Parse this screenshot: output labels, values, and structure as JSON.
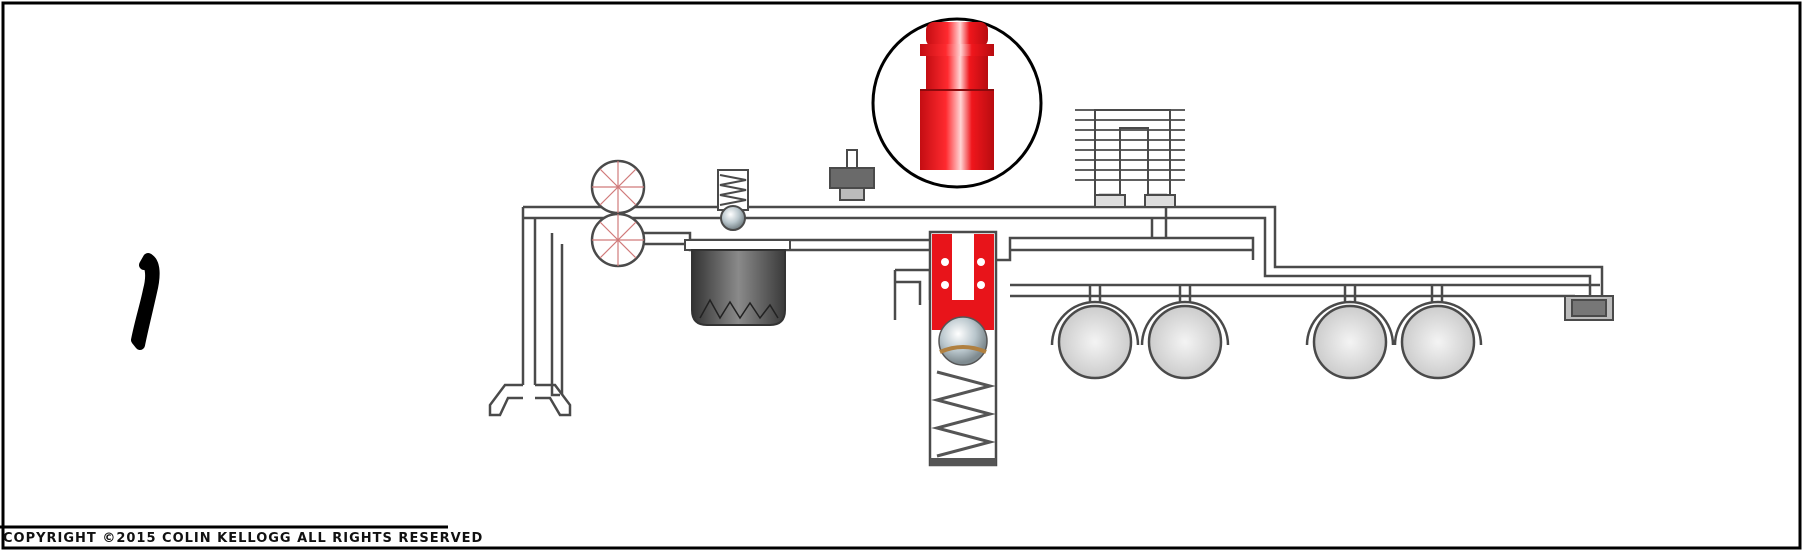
{
  "copyright": {
    "text": "COPYRIGHT ©2015 COLIN KELLOGG ALL RIGHTS RESERVED"
  },
  "colors": {
    "line": "#4a4a4a",
    "highlight_red": "#e8141a",
    "filter_dark": "#555555",
    "disc_gray": "#d9d9d9",
    "frame": "#000000"
  },
  "diagram": {
    "components": [
      "oil-pump-gears",
      "relief-valve-spring",
      "oil-filter",
      "oil-pressure-sender",
      "lifter-bore",
      "lifter-check-ball",
      "lifter-spring",
      "oil-cooler",
      "crankshaft-main-bearings",
      "oil-gallery-plug",
      "oil-pickup",
      "hydraulic-lifter-inset"
    ]
  }
}
